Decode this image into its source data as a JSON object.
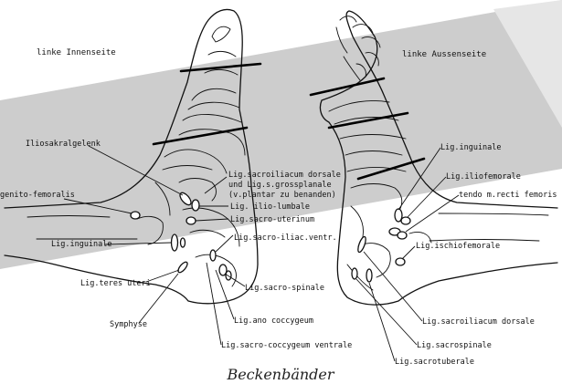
{
  "headers": {
    "left": "linke Innenseite",
    "right": "linke Aussenseite"
  },
  "caption": "Beckenbänder",
  "left_labels": {
    "iliosakral": "Iliosakralgelenk",
    "genito": "genito-femoralis",
    "inguinale": "Lig.inguinale",
    "teres": "Lig.teres uteri",
    "symphyse": "Symphyse",
    "sacroiliacum1": "Lig.sacroiliacum dorsale",
    "sacroiliacum2": "und Lig.s.grossplanale",
    "sacroiliacum3": "(v.plantar zu benanden)",
    "iliolumbale": "Lig. ilio-lumbale",
    "sacrouterinum": "Lig.sacro-uterinum",
    "sacroiliac_ventr": "Lig.sacro-iliac.ventr.",
    "sacrospinale": "Lig.sacro-spinale",
    "anococcygeum": "Lig.ano coccygeum",
    "sacrococcygeum": "Lig.sacro-coccygeum ventrale"
  },
  "right_labels": {
    "inguinale": "Lig.inguinale",
    "iliofemorale": "Lig.iliofemorale",
    "rectus": "tendo m.recti femoris",
    "ischiofemorale": "Lig.ischiofemorale",
    "sacroiliacum": "Lig.sacroiliacum dorsale",
    "sacrospinale": "Lig.sacrospinale",
    "sacrotuberale": "Lig.sacrotuberale"
  }
}
